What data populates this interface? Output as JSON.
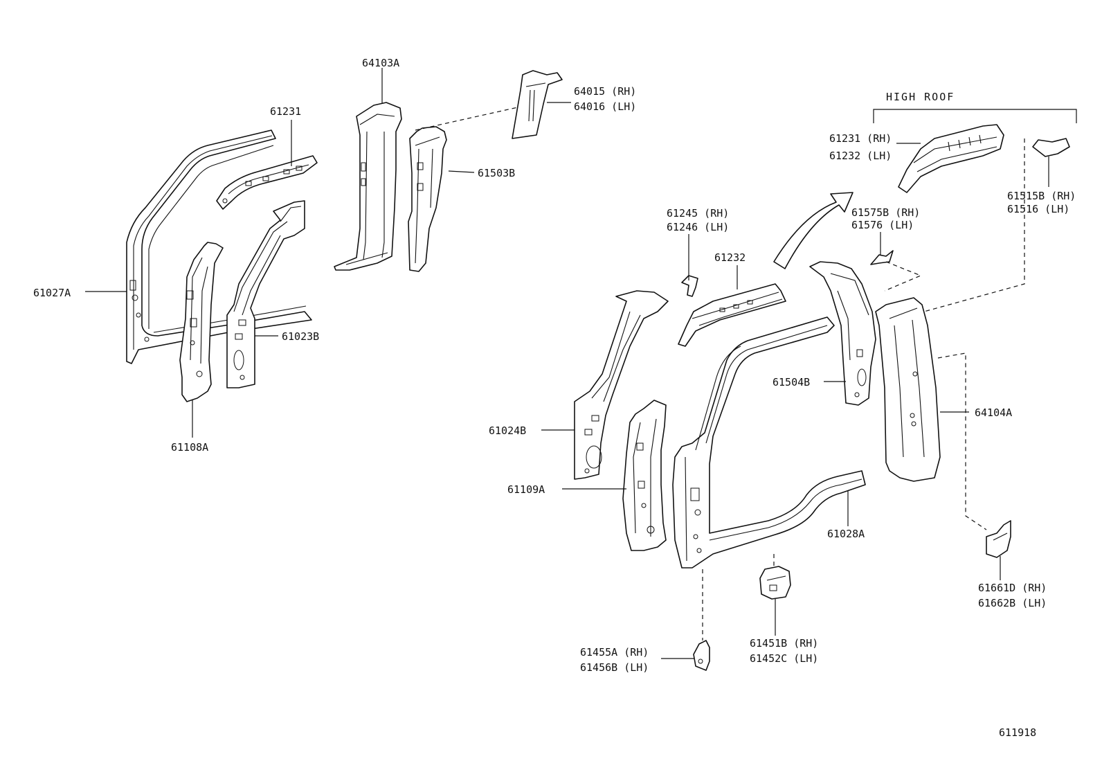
{
  "diagram": {
    "group_label": "HIGH ROOF",
    "figure_number": "611918",
    "labels": {
      "p61027A": "61027A",
      "p61231": "61231",
      "p64103A": "64103A",
      "p64015": "64015 (RH)",
      "p64016": "64016 (LH)",
      "p61503B": "61503B",
      "p61023B": "61023B",
      "p61108A": "61108A",
      "p61231rh": "61231 (RH)",
      "p61232lh": "61232 (LH)",
      "p61515B": "61515B (RH)",
      "p61516": "61516   (LH)",
      "p61245": "61245 (RH)",
      "p61246": "61246 (LH)",
      "p61575B": "61575B (RH)",
      "p61576": "61576   (LH)",
      "p61232": "61232",
      "p61504B": "61504B",
      "p61024B": "61024B",
      "p64104A": "64104A",
      "p61109A": "61109A",
      "p61028A": "61028A",
      "p61661D": "61661D (RH)",
      "p61662B": "61662B (LH)",
      "p61451B": "61451B (RH)",
      "p61452C": "61452C (LH)",
      "p61455A": "61455A (RH)",
      "p61456B": "61456B (LH)"
    }
  }
}
